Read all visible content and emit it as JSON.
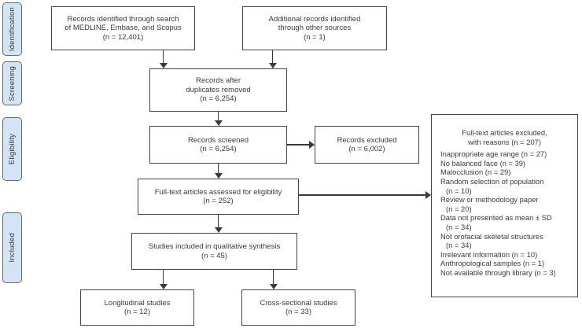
{
  "stages": [
    {
      "label": "Identification"
    },
    {
      "label": "Screening"
    },
    {
      "label": "Eligibility"
    },
    {
      "label": "Included"
    }
  ],
  "boxes": {
    "identified_search": {
      "l1": "Records identified through search",
      "l2": "of MEDLINE, Embase, and Scopus",
      "l3": "(n = 12,401)"
    },
    "identified_other": {
      "l1": "Additional records identified",
      "l2": "through other sources",
      "l3": "(n = 1)"
    },
    "after_duplicates": {
      "l1": "Records after",
      "l2": "duplicates removed",
      "l3": "(n = 6,254)"
    },
    "screened": {
      "l1": "Records screened",
      "l2": "(n = 6,254)"
    },
    "records_excluded": {
      "l1": "Records excluded",
      "l2": "(n = 6,002)"
    },
    "fulltext_assessed": {
      "l1": "Full-text articles assessed for eligibility",
      "l2": "(n = 252)"
    },
    "qualitative_synthesis": {
      "l1": "Studies included in qualitative synthesis",
      "l2": "(n = 45)"
    },
    "longitudinal": {
      "l1": "Longitudinal studies",
      "l2": "(n = 12)"
    },
    "cross_sectional": {
      "l1": "Cross-sectional studies",
      "l2": "(n = 33)"
    }
  },
  "exclusion_box": {
    "heading_l1": "Full-text articles excluded,",
    "heading_l2": "with reasons (n = 207)",
    "items": [
      {
        "l1": "Inappropriate age range (n = 27)"
      },
      {
        "l1": "No balanced face (n = 39)"
      },
      {
        "l1": "Malocclusion (n = 29)"
      },
      {
        "l1": "Random selection of population",
        "l2": "(n = 10)"
      },
      {
        "l1": "Review or methodology paper",
        "l2": "(n = 20)"
      },
      {
        "l1": "Data not presented as mean ± SD",
        "l2": "(n = 34)"
      },
      {
        "l1": "Not orofacial skeletal structures",
        "l2": "(n = 34)"
      },
      {
        "l1": "Irrelevant information (n = 10)"
      },
      {
        "l1": "Anthropological samples (n = 1)"
      },
      {
        "l1": "Not available through library (n = 3)"
      }
    ]
  },
  "colors": {
    "stage_fill": "#d3e4f5",
    "stage_border": "#5f6b76",
    "box_border": "#454545",
    "text": "#3a3a3a",
    "arrow": "#3a3a3a"
  }
}
